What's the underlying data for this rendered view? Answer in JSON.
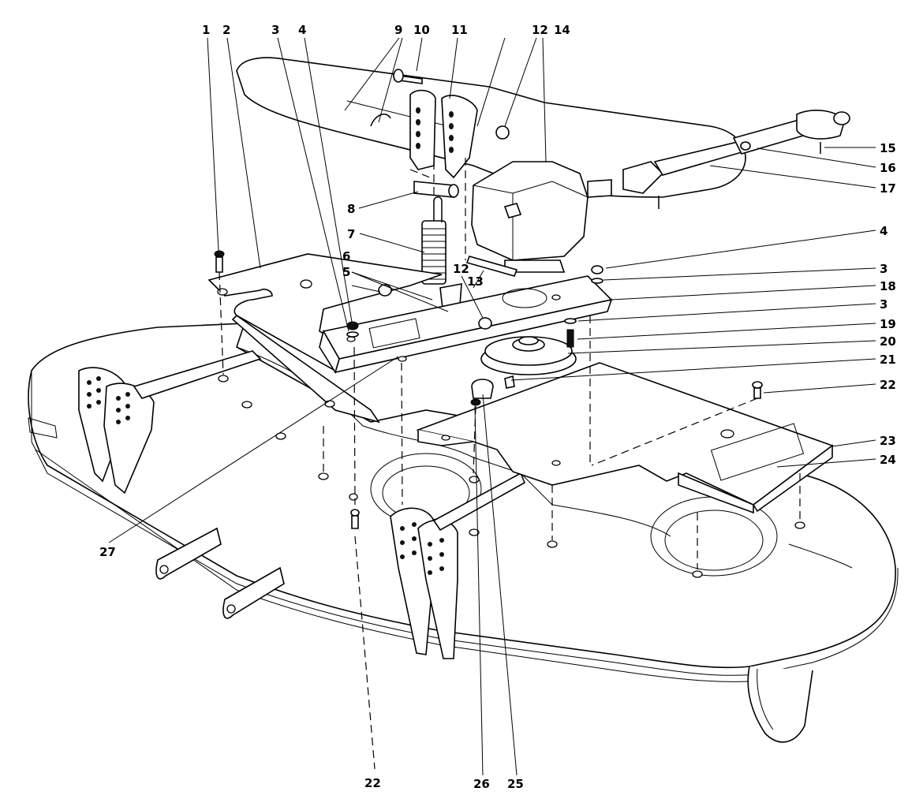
{
  "diagram": {
    "callouts": [
      {
        "id": "c1",
        "text": "1"
      },
      {
        "id": "c2",
        "text": "2"
      },
      {
        "id": "c3a",
        "text": "3"
      },
      {
        "id": "c4a",
        "text": "4"
      },
      {
        "id": "c9",
        "text": "9"
      },
      {
        "id": "c10",
        "text": "10"
      },
      {
        "id": "c11",
        "text": "11"
      },
      {
        "id": "c12a",
        "text": "12"
      },
      {
        "id": "c14",
        "text": "14"
      },
      {
        "id": "c15",
        "text": "15"
      },
      {
        "id": "c16",
        "text": "16"
      },
      {
        "id": "c17",
        "text": "17"
      },
      {
        "id": "c8",
        "text": "8"
      },
      {
        "id": "c7",
        "text": "7"
      },
      {
        "id": "c4b",
        "text": "4"
      },
      {
        "id": "c6",
        "text": "6"
      },
      {
        "id": "c5",
        "text": "5"
      },
      {
        "id": "c12b",
        "text": "12"
      },
      {
        "id": "c13",
        "text": "13"
      },
      {
        "id": "c3b",
        "text": "3"
      },
      {
        "id": "c18",
        "text": "18"
      },
      {
        "id": "c3c",
        "text": "3"
      },
      {
        "id": "c19",
        "text": "19"
      },
      {
        "id": "c20",
        "text": "20"
      },
      {
        "id": "c21",
        "text": "21"
      },
      {
        "id": "c22a",
        "text": "22"
      },
      {
        "id": "c23",
        "text": "23"
      },
      {
        "id": "c24",
        "text": "24"
      },
      {
        "id": "c27",
        "text": "27"
      },
      {
        "id": "c22b",
        "text": "22"
      },
      {
        "id": "c26",
        "text": "26"
      },
      {
        "id": "c25",
        "text": "25"
      }
    ]
  }
}
